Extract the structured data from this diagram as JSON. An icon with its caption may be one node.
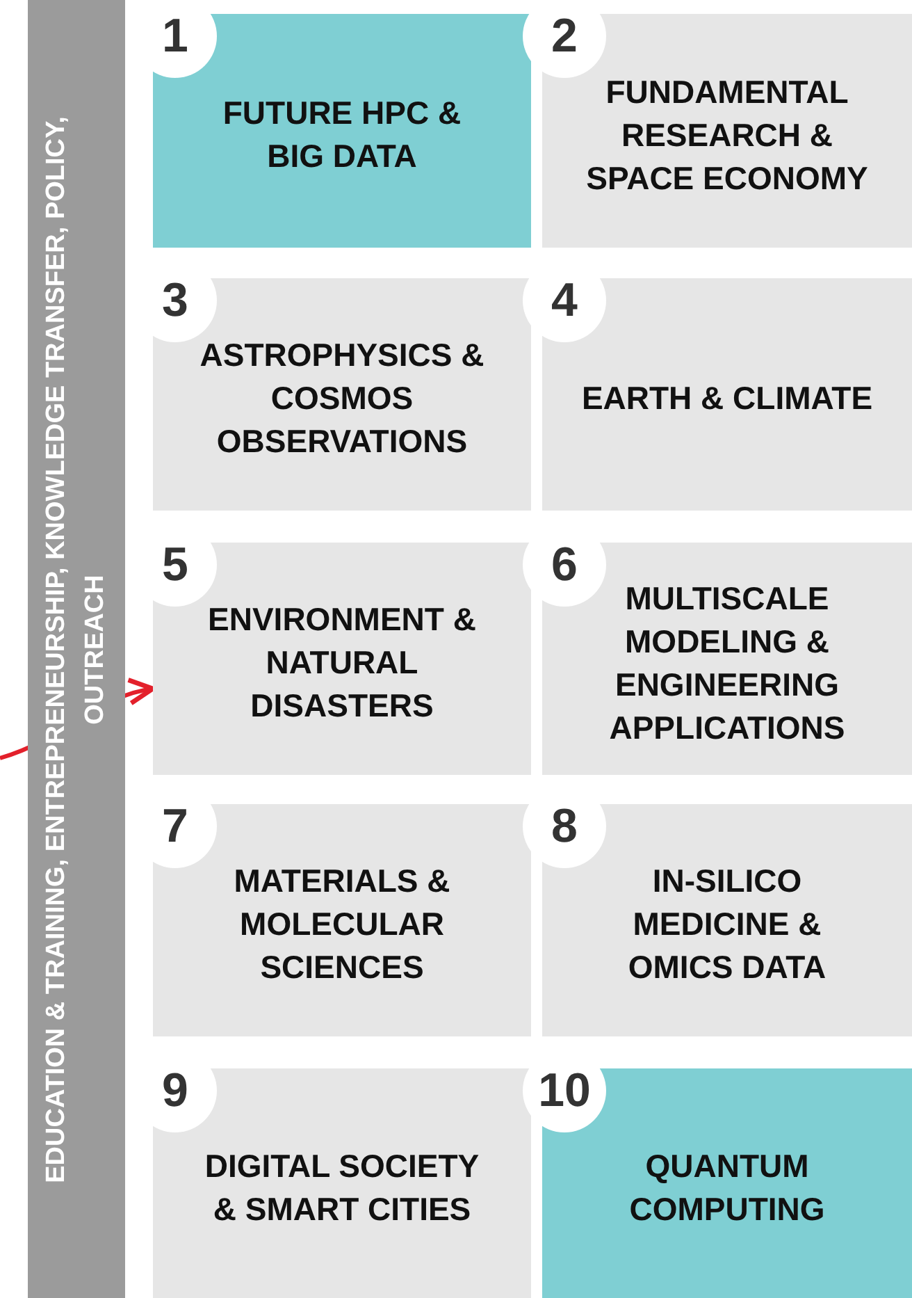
{
  "diagram": {
    "nodes": [
      {
        "text": [
          "EDUCATION & TRAINING, ENTREPRENEURSHIP, KNOWLEDGE TRANSFER, POLICY, OUTREACH"
        ]
      },
      {
        "text": [
          "1",
          "FUTURE HPC & BIG DATA"
        ]
      },
      {
        "text": [
          "2",
          "FUNDAMENTAL RESEARCH & SPACE ECONOMY"
        ]
      },
      {
        "text": [
          "3",
          "ASTROPHYSICS & COSMOS OBSERVATIONS"
        ]
      },
      {
        "text": [
          "4",
          "EARTH & CLIMATE"
        ]
      },
      {
        "text": [
          "5",
          "ENVIRONMENT & NATURAL DISASTERS"
        ]
      },
      {
        "text": [
          "6",
          "MULTISCALE MODELING & ENGINEERING APPLICATIONS"
        ]
      },
      {
        "text": [
          "7",
          "MATERIALS & MOLECULAR SCIENCES"
        ]
      },
      {
        "text": [
          "8",
          "IN-SILICO MEDICINE & OMICS DATA"
        ]
      },
      {
        "text": [
          "9",
          "DIGITAL SOCIETY & SMART CITIES"
        ]
      },
      {
        "text": [
          "10",
          "QUANTUM COMPUTING"
        ]
      }
    ],
    "edges": [
      {
        "from": null,
        "to": 5,
        "arrow": "to",
        "color": "#e3202b"
      }
    ]
  }
}
